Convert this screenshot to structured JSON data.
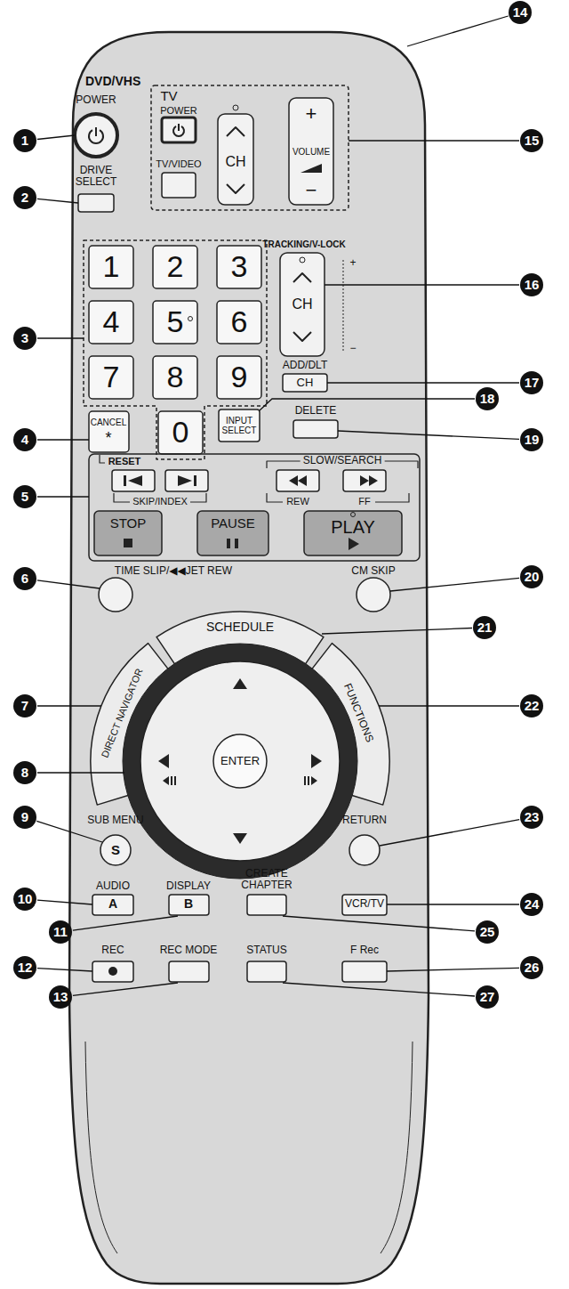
{
  "diagram": {
    "labels": [
      "DVD/VHS",
      "POWER",
      "DRIVE SELECT",
      "TV",
      "POWER",
      "TV/VIDEO",
      "CH",
      "+",
      "VOLUME",
      "−",
      "TRACKING/V-LOCK",
      "CH",
      "+",
      "−",
      "1",
      "2",
      "3",
      "4",
      "5",
      "6",
      "7",
      "8",
      "9",
      "0",
      "ADD/DLT",
      "CH",
      "CANCEL",
      "*",
      "INPUT SELECT",
      "DELETE",
      "RESET",
      "SLOW/SEARCH",
      "SKIP/INDEX",
      "REW",
      "FF",
      "STOP",
      "PAUSE",
      "PLAY",
      "TIME SLIP/◀◀JET REW",
      "CM SKIP",
      "SCHEDULE",
      "DIRECT NAVIGATOR",
      "FUNCTIONS",
      "ENTER",
      "SUB MENU",
      "S",
      "RETURN",
      "AUDIO",
      "A",
      "DISPLAY",
      "B",
      "CREATE CHAPTER",
      "VCR/TV",
      "REC",
      "REC MODE",
      "STATUS",
      "F Rec",
      "1",
      "2",
      "3",
      "4",
      "5",
      "6",
      "7",
      "8",
      "9",
      "10",
      "11",
      "12",
      "13",
      "14",
      "15",
      "16",
      "17",
      "18",
      "19",
      "20",
      "21",
      "22",
      "23",
      "24",
      "25",
      "26",
      "27"
    ]
  }
}
